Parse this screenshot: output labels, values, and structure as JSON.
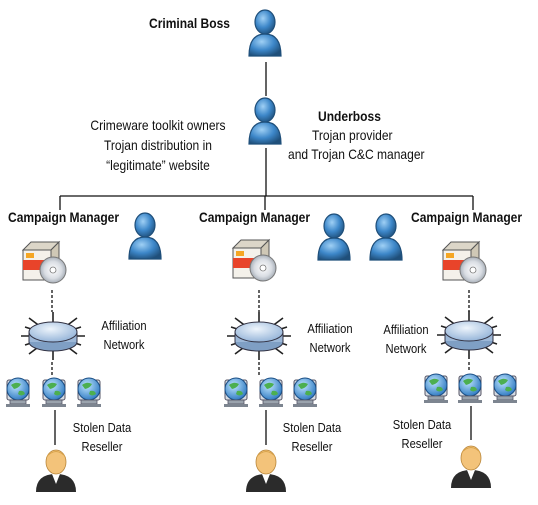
{
  "criminal_boss": "Criminal Boss",
  "underboss": {
    "title": "Underboss",
    "line1": "Trojan provider",
    "line2": "and Trojan C&C manager"
  },
  "toolkit_owners": {
    "line1": "Crimeware toolkit owners",
    "line2": "Trojan distribution in",
    "line3": "“legitimate” website"
  },
  "branches": [
    {
      "manager": "Campaign Manager",
      "affiliation_1": "Affiliation",
      "affiliation_2": "Network",
      "reseller_1": "Stolen Data",
      "reseller_2": "Reseller"
    },
    {
      "manager": "Campaign Manager",
      "affiliation_1": "Affiliation",
      "affiliation_2": "Network",
      "reseller_1": "Stolen Data",
      "reseller_2": "Reseller"
    },
    {
      "manager": "Campaign Manager",
      "affiliation_1": "Affiliation",
      "affiliation_2": "Network",
      "reseller_1": "Stolen Data",
      "reseller_2": "Reseller"
    }
  ],
  "colors": {
    "person_blue": "#3d87c9",
    "person_dark": "#1f4f7a",
    "hub_blue": "#b6cde8",
    "software_box": "#e8442a",
    "reseller_skin": "#f3c37a"
  },
  "icons": [
    "person-icon",
    "software-box-icon",
    "network-hub-icon",
    "globe-computer-icon",
    "reseller-person-icon"
  ]
}
